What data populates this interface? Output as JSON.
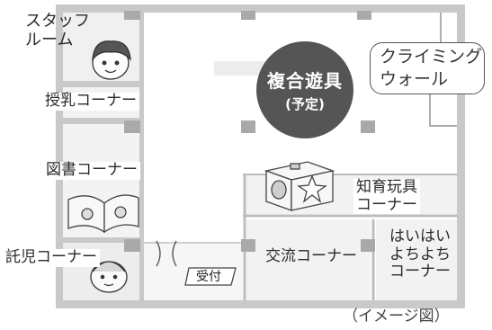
{
  "rooms": {
    "staff_room": "スタッフ\nルーム",
    "nursing_corner": "授乳コーナー",
    "book_corner": "図書コーナー",
    "childcare_corner": "託児コーナー",
    "complex_play": {
      "title": "複合遊具",
      "note": "(予定)"
    },
    "climbing_wall": "クライミング\nウォール",
    "educational_toys": "知育玩具\nコーナー",
    "exchange_corner": "交流コーナー",
    "crawling_corner": "はいはい\nよちよち\nコーナー",
    "reception": "受付"
  },
  "caption": "（イメージ図）",
  "colors": {
    "wall": "#c8c8c8",
    "pillar": "#a8a8a8",
    "floor": "#ffffff",
    "circle": "#555555"
  }
}
